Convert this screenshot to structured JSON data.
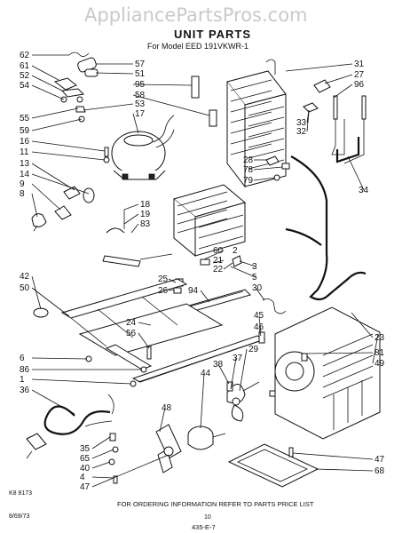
{
  "watermark": "AppliancePartsPros.com",
  "title": "UNIT PARTS",
  "subtitle": "For Model EED 191VKWR-1",
  "footer": {
    "instruction": "FOR ORDERING INFORMATION REFER TO PARTS PRICE LIST",
    "left_code": "K8 8173",
    "date_code": "8/69/73",
    "page_number": "10",
    "form_code": "435-E-7"
  },
  "callouts": [
    "62",
    "61",
    "52",
    "54",
    "55",
    "59",
    "16",
    "11",
    "13",
    "14",
    "9",
    "8",
    "42",
    "50",
    "57",
    "51",
    "95",
    "58",
    "53",
    "17",
    "31",
    "27",
    "96",
    "33",
    "32",
    "28",
    "78",
    "79",
    "34",
    "18",
    "19",
    "83",
    "60",
    "21",
    "22",
    "3",
    "5",
    "25",
    "26",
    "94",
    "30",
    "23",
    "24",
    "56",
    "6",
    "86",
    "1",
    "36",
    "35",
    "65",
    "40",
    "4",
    "47",
    "45",
    "46",
    "81",
    "49",
    "29",
    "37",
    "38",
    "44",
    "48",
    "47",
    "68",
    "2"
  ]
}
